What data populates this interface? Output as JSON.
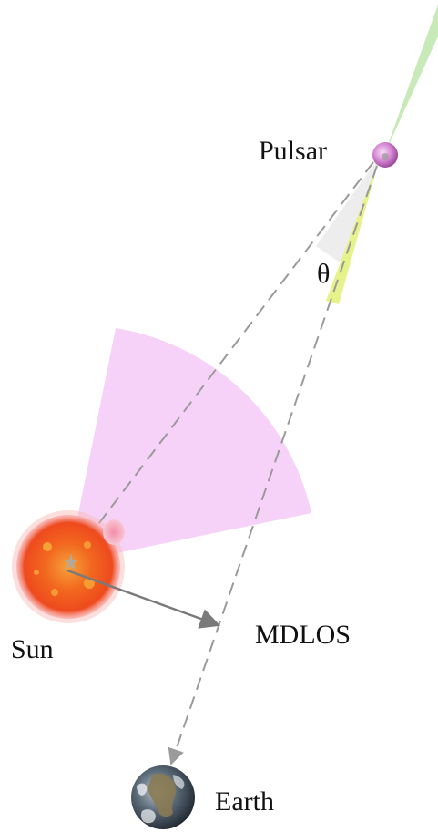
{
  "labels": {
    "pulsar": "Pulsar",
    "theta": "θ",
    "sun": "Sun",
    "mdlos": "MDLOS",
    "earth": "Earth"
  },
  "colors": {
    "background": "#ffffff",
    "sector": "#f7d2f8",
    "line_gray": "#9a9a9a",
    "arrow_gray": "#7a7a7a",
    "green_beam": "#c8eab8",
    "yellow_beam": "#e6f28a",
    "angle_fill": "#ededed",
    "pulsar_fill": "#d98ad6",
    "sun_fill": "#f2561e",
    "earth_fill": "#5b6c7a"
  },
  "icons": {
    "pulsar": "pulsar-sphere-icon",
    "sun": "sun-icon",
    "earth": "earth-globe-icon"
  }
}
